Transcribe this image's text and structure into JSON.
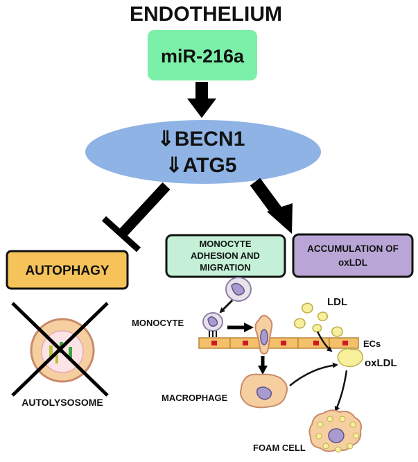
{
  "title": "ENDOTHELIUM",
  "mirna": "miR-216a",
  "targets": {
    "becn1": "⇓BECN1",
    "atg5": "⇓ATG5"
  },
  "autophagy": "AUTOPHAGY",
  "autolysosome": "AUTOLYSOSOME",
  "monocyte_box": {
    "line1": "MONOCYTE",
    "line2": "ADHESION AND",
    "line3": "MIGRATION"
  },
  "oxldl_box": {
    "line1": "ACCUMULATION OF",
    "line2": "oxLDL"
  },
  "labels": {
    "monocyte": "MONOCYTE",
    "ldl": "LDL",
    "ecs": "ECs",
    "oxldl": "oxLDL",
    "macrophage": "MACROPHAGE",
    "foam_cell": "FOAM CELL"
  },
  "colors": {
    "mirna_box": "#7cf0a8",
    "ellipse": "#8fb3e4",
    "autophagy_box": "#f6c35a",
    "monocyte_box": "#c3f0d6",
    "oxldl_box": "#b9a6d6",
    "cell": "#f6cfa0",
    "nucleus": "#a99bd0",
    "lipid": "#f7ef9c",
    "ec": "#f4c06a",
    "ec_dot": "#d01824"
  }
}
